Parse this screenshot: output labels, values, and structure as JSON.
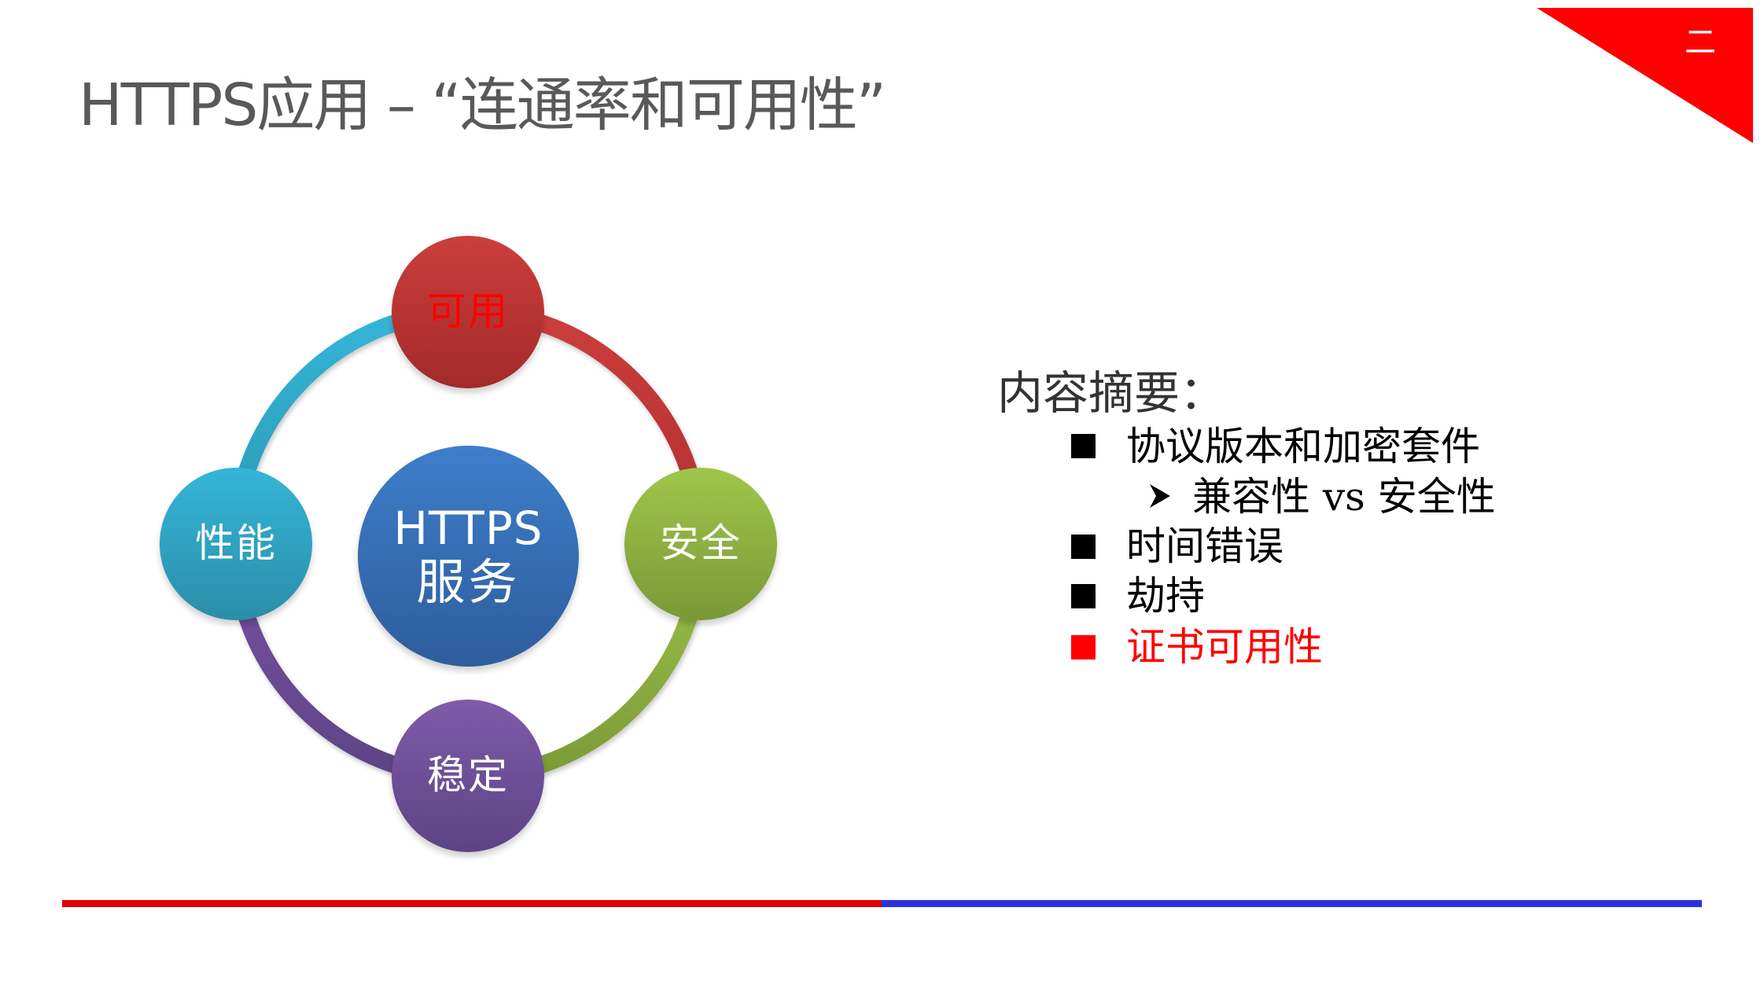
{
  "slide": {
    "title": "HTTPS应用 – “连通率和可用性”",
    "corner_label": "二",
    "colors": {
      "title": "#595959",
      "corner": "#ff0000",
      "accent_red": "#ff0000",
      "line_red": "#e00000",
      "line_blue": "#2a32e0"
    }
  },
  "diagram": {
    "center": {
      "line1": "HTTPS",
      "line2": "服务",
      "color": "#3a72bb"
    },
    "nodes": [
      {
        "id": "top",
        "label": "可用",
        "color": "#c0393a",
        "text_color": "#ff0000"
      },
      {
        "id": "right",
        "label": "安全",
        "color": "#8fb443",
        "text_color": "#ffffff"
      },
      {
        "id": "bottom",
        "label": "稳定",
        "color": "#71519a",
        "text_color": "#ffffff"
      },
      {
        "id": "left",
        "label": "性能",
        "color": "#31a3c2",
        "text_color": "#ffffff"
      }
    ],
    "ring_segments": [
      {
        "from": "top",
        "to": "right",
        "color": "#c0393a"
      },
      {
        "from": "right",
        "to": "bottom",
        "color": "#8fb443"
      },
      {
        "from": "bottom",
        "to": "left",
        "color": "#6c4f98"
      },
      {
        "from": "left",
        "to": "top",
        "color": "#33b0d2"
      }
    ]
  },
  "summary": {
    "heading": "内容摘要：",
    "items": [
      {
        "text": "协议版本和加密套件",
        "level": 1,
        "bullet": "square",
        "color": "#000000"
      },
      {
        "text": "兼容性 vs 安全性",
        "level": 2,
        "bullet": "arrow",
        "color": "#000000"
      },
      {
        "text": "时间错误",
        "level": 1,
        "bullet": "square",
        "color": "#000000"
      },
      {
        "text": "劫持",
        "level": 1,
        "bullet": "square",
        "color": "#000000"
      },
      {
        "text": "证书可用性",
        "level": 1,
        "bullet": "square",
        "color": "#ff0000"
      }
    ]
  }
}
